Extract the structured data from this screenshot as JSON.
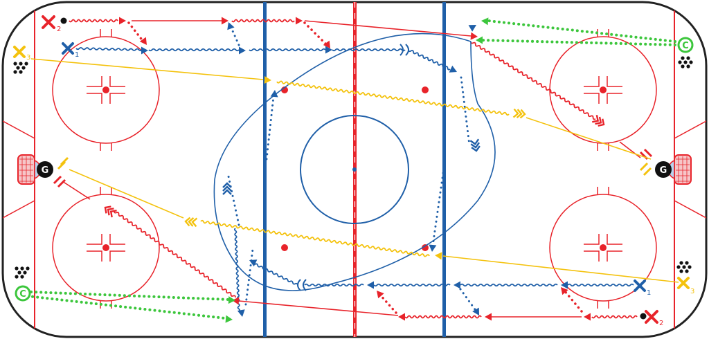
{
  "colors": {
    "red": "#e8232a",
    "blue": "#1f5fa8",
    "yellow": "#f4c20d",
    "green": "#3cc63c",
    "black": "#111111",
    "board": "#222222"
  },
  "players": {
    "x1_left": "1",
    "x2_left": "2",
    "x3_left": "3",
    "x1_right": "1",
    "x2_right": "2",
    "x3_right": "3"
  },
  "markers": {
    "goalie_left": "G",
    "goalie_right": "G",
    "coach_top_right": "C",
    "coach_bottom_left": "C"
  },
  "icons": {
    "puck_pile": "puck-pile-icon",
    "player_x": "x-player-icon",
    "goalie": "goalie-icon",
    "coach": "coach-icon"
  }
}
